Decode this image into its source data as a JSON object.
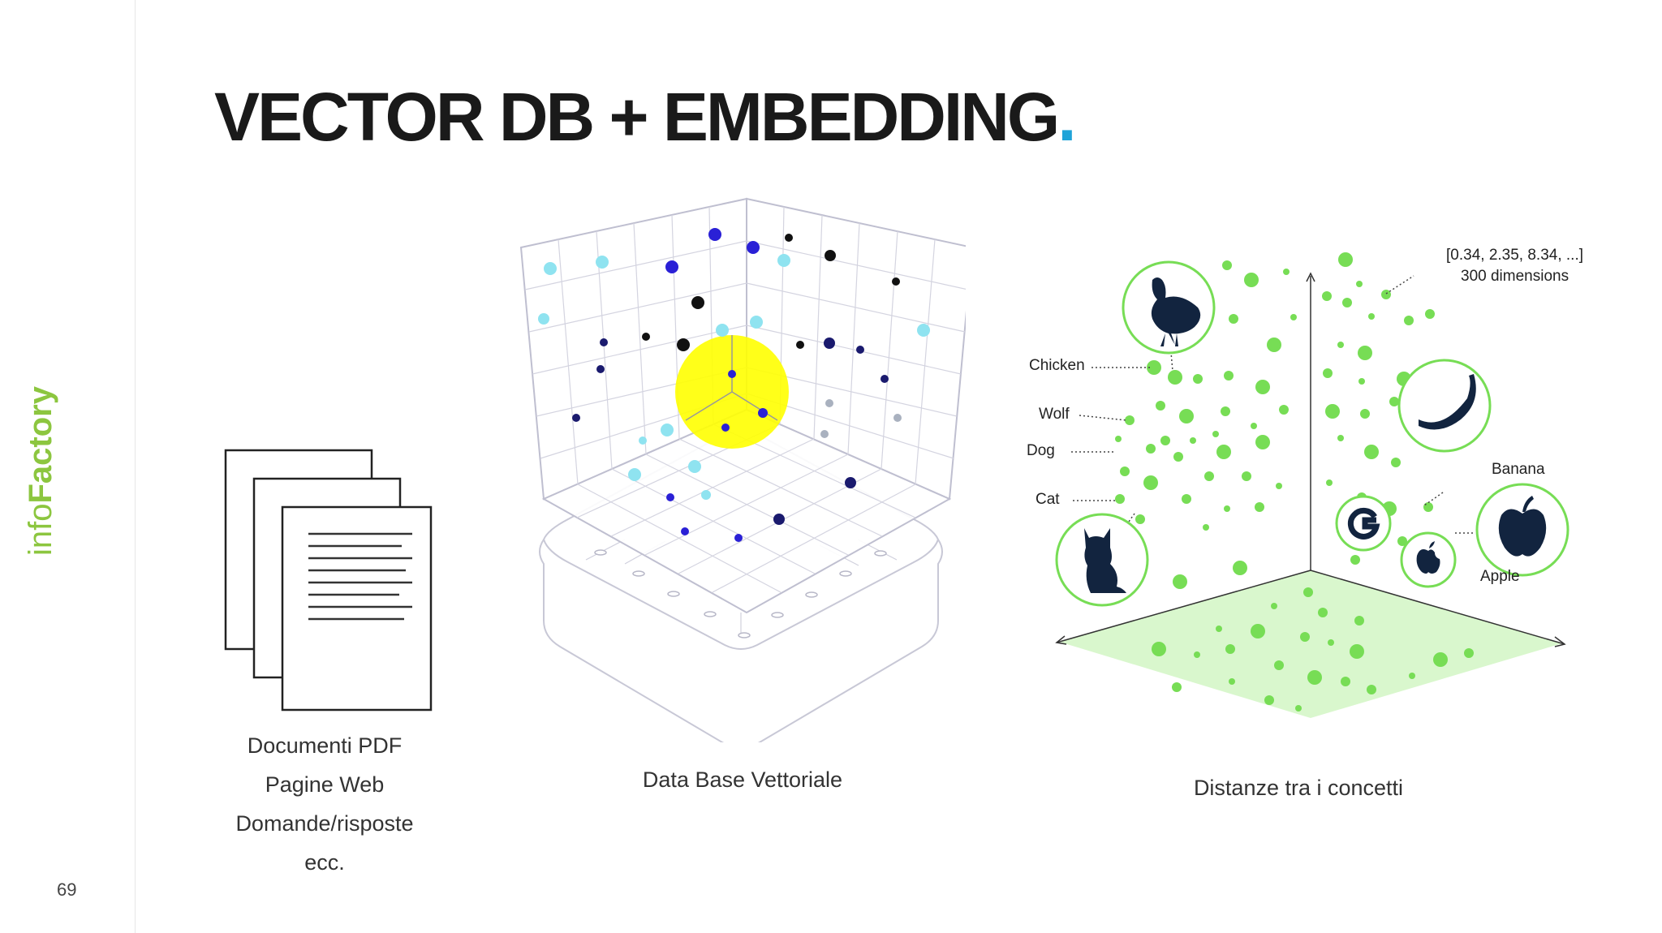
{
  "sidebar": {
    "brand_prefix": "info",
    "brand_name": "Factory",
    "brand_color": "#8cc63f",
    "page_number": "69"
  },
  "title": {
    "text": "VECTOR DB + EMBEDDING",
    "dot": ".",
    "dot_color": "#1fa3d8"
  },
  "documents": {
    "icon": "documents-stack-icon",
    "items": [
      "Documenti PDF",
      "Pagine Web",
      "Domande/risposte",
      "ecc."
    ]
  },
  "database": {
    "icon": "vector-database-cube-icon",
    "caption": "Data Base Vettoriale",
    "highlight_color": "#ffff00"
  },
  "concepts": {
    "caption": "Distanze tra i concetti",
    "vector_label": "[0.34, 2.35, 8.34, ...]",
    "dimensions_label": "300 dimensions",
    "labels": [
      "Chicken",
      "Wolf",
      "Dog",
      "Cat",
      "Banana",
      "Apple"
    ],
    "icons": [
      "chicken-icon",
      "cat-icon",
      "banana-icon",
      "apple-fruit-icon",
      "google-logo-icon",
      "apple-logo-icon"
    ],
    "point_color": "#77dd55"
  }
}
